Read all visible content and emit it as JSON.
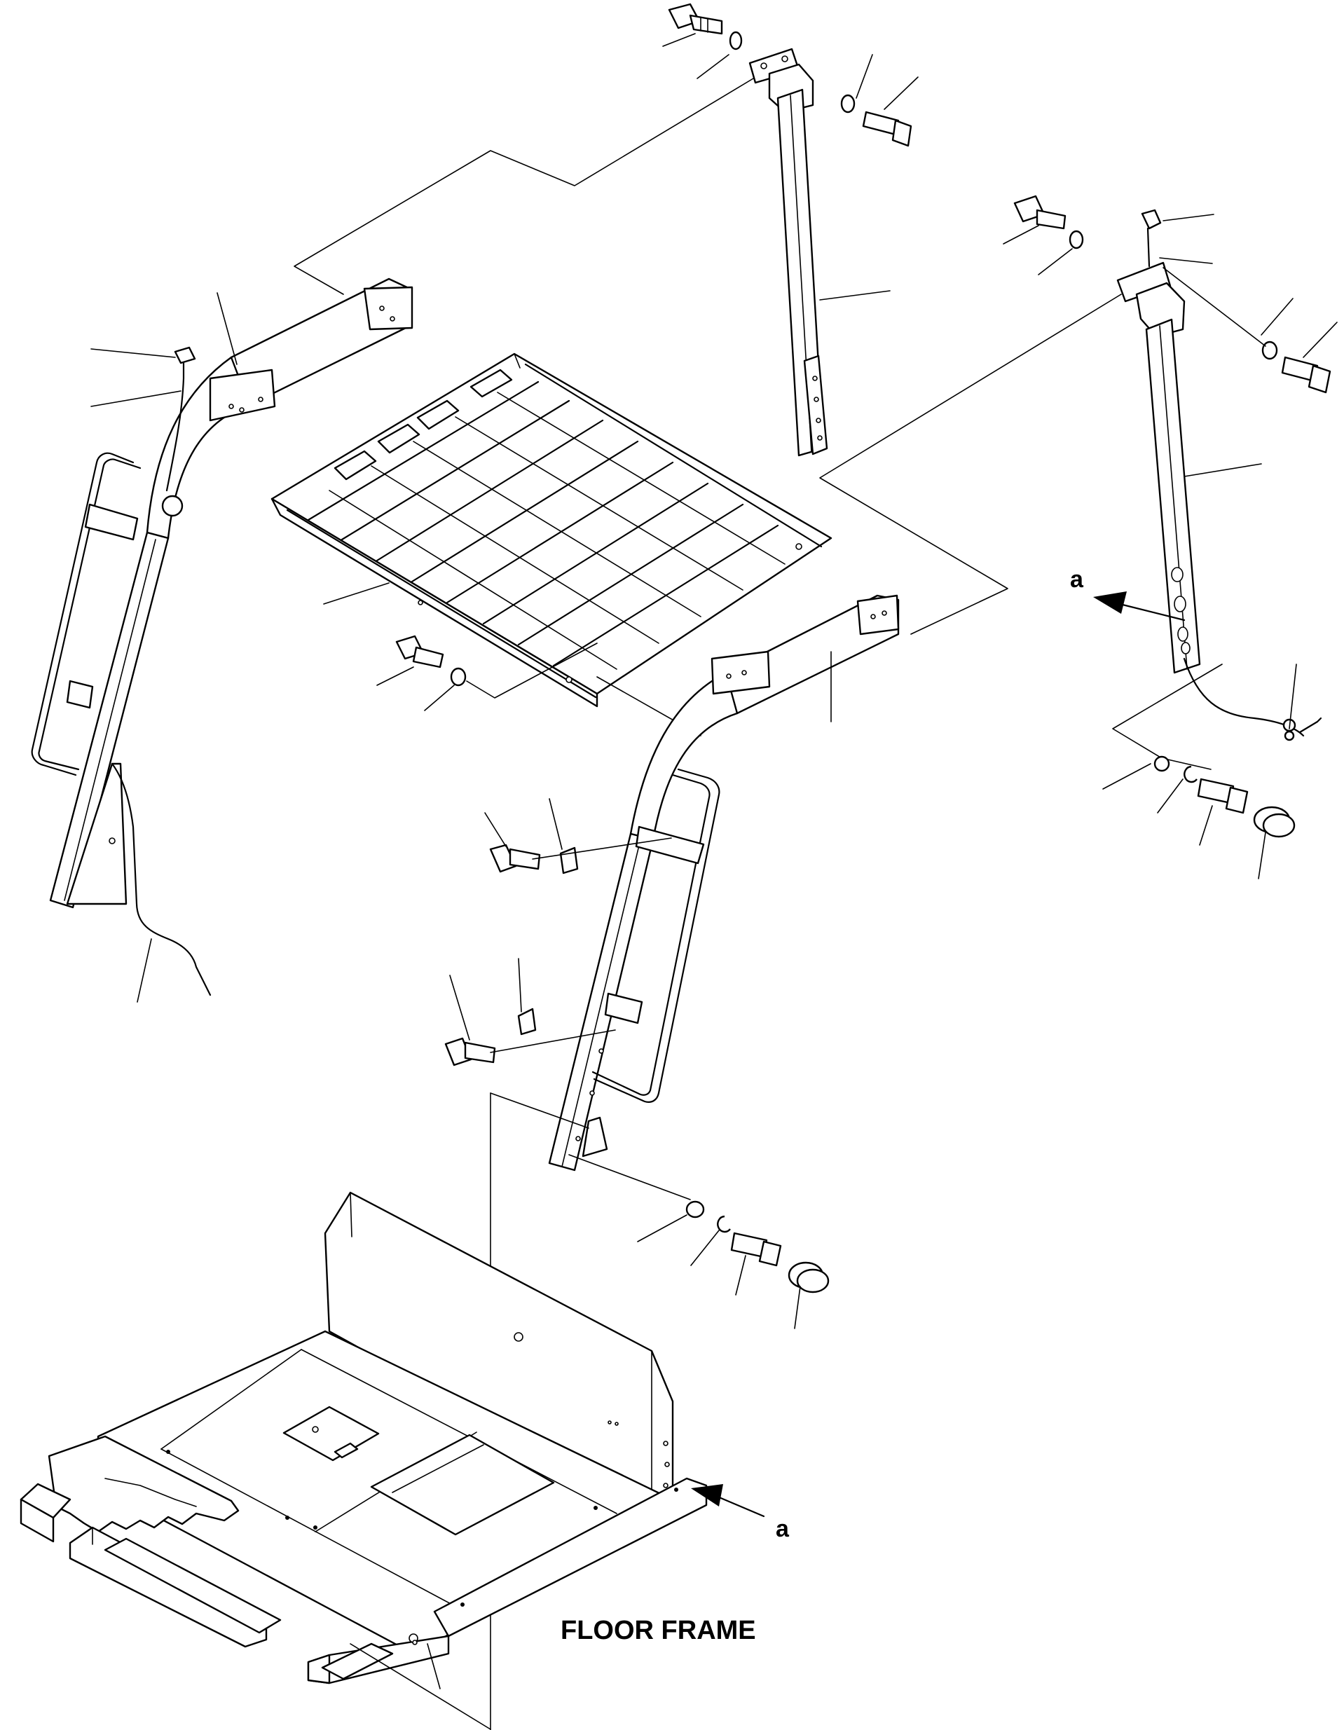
{
  "title": "FLOOR FRAME",
  "view_marker_top": "a",
  "view_marker_bottom": "a"
}
